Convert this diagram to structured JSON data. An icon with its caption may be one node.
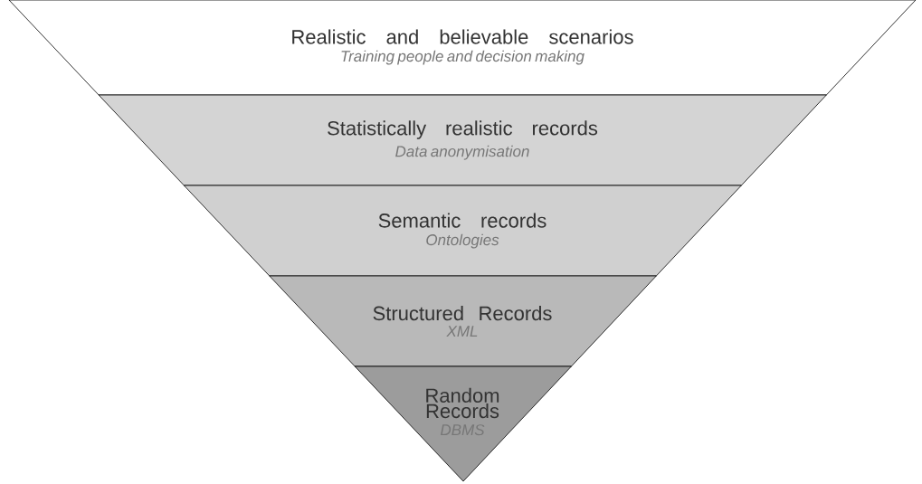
{
  "diagram": {
    "nodes": [
      {
        "text": [
          "Realistic and believable scenarios",
          "Training people and decision making"
        ]
      },
      {
        "text": [
          "Statistically realistic records",
          "Data anonymisation"
        ]
      },
      {
        "text": [
          "Semantic records",
          "Ontologies"
        ]
      },
      {
        "text": [
          "Structured Records",
          "XML"
        ]
      },
      {
        "text": [
          "Random Records",
          "DBMS"
        ]
      }
    ]
  }
}
